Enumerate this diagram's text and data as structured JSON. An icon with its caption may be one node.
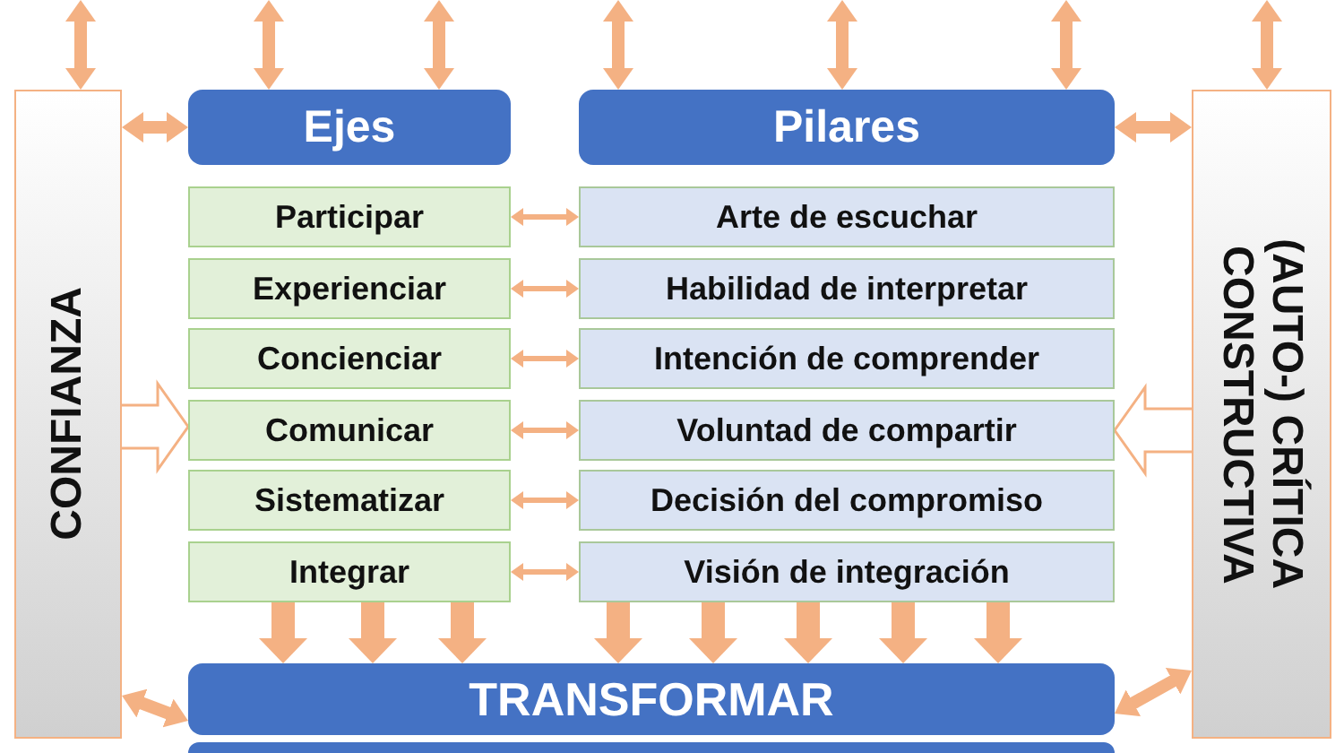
{
  "diagram": {
    "nodes": [
      {
        "text": [
          "CONFIANZA"
        ]
      },
      {
        "text": [
          "Ejes"
        ]
      },
      {
        "text": [
          "Pilares"
        ]
      },
      {
        "text": [
          "(AUTO-) CRÍTICA CONSTRUCTIVA"
        ]
      },
      {
        "text": [
          "Participar"
        ]
      },
      {
        "text": [
          "Arte de escuchar"
        ]
      },
      {
        "text": [
          "Experienciar"
        ]
      },
      {
        "text": [
          "Habilidad de interpretar"
        ]
      },
      {
        "text": [
          "Concienciar"
        ]
      },
      {
        "text": [
          "Intención de comprender"
        ]
      },
      {
        "text": [
          "Comunicar"
        ]
      },
      {
        "text": [
          "Voluntad de compartir"
        ]
      },
      {
        "text": [
          "Sistematizar"
        ]
      },
      {
        "text": [
          "Decisión del compromiso"
        ]
      },
      {
        "text": [
          "Integrar"
        ]
      },
      {
        "text": [
          "Visión de integración"
        ]
      },
      {
        "text": [
          "TRANSFORMAR"
        ]
      },
      {
        "text": [],
        "shape": "bar"
      }
    ],
    "edges": [
      {
        "from": null,
        "to": 0,
        "arrow": "both"
      },
      {
        "from": null,
        "to": 1,
        "arrow": "both"
      },
      {
        "from": null,
        "to": 1,
        "arrow": "both"
      },
      {
        "from": null,
        "to": 2,
        "arrow": "both"
      },
      {
        "from": null,
        "to": 2,
        "arrow": "both"
      },
      {
        "from": null,
        "to": 2,
        "arrow": "both"
      },
      {
        "from": null,
        "to": 3,
        "arrow": "both"
      },
      {
        "from": 0,
        "to": 1,
        "arrow": "both"
      },
      {
        "from": 2,
        "to": 3,
        "arrow": "both"
      },
      {
        "from": 4,
        "to": 5,
        "arrow": "both"
      },
      {
        "from": 6,
        "to": 7,
        "arrow": "both"
      },
      {
        "from": 8,
        "to": 9,
        "arrow": "both"
      },
      {
        "from": 10,
        "to": 11,
        "arrow": "both"
      },
      {
        "from": 12,
        "to": 13,
        "arrow": "both"
      },
      {
        "from": 14,
        "to": 15,
        "arrow": "both"
      },
      {
        "from": 0,
        "to": 10,
        "arrow": "to",
        "style": "thick"
      },
      {
        "from": 3,
        "to": 11,
        "arrow": "to",
        "style": "thick"
      },
      {
        "from": 14,
        "to": 16,
        "arrow": "to"
      },
      {
        "from": 14,
        "to": 16,
        "arrow": "to"
      },
      {
        "from": 14,
        "to": 16,
        "arrow": "to"
      },
      {
        "from": 15,
        "to": 16,
        "arrow": "to"
      },
      {
        "from": 15,
        "to": 16,
        "arrow": "to"
      },
      {
        "from": 15,
        "to": 16,
        "arrow": "to"
      },
      {
        "from": 15,
        "to": 16,
        "arrow": "to"
      },
      {
        "from": 15,
        "to": 16,
        "arrow": "to"
      },
      {
        "from": 0,
        "to": 16,
        "arrow": "both"
      },
      {
        "from": 16,
        "to": 3,
        "arrow": "both"
      }
    ]
  }
}
